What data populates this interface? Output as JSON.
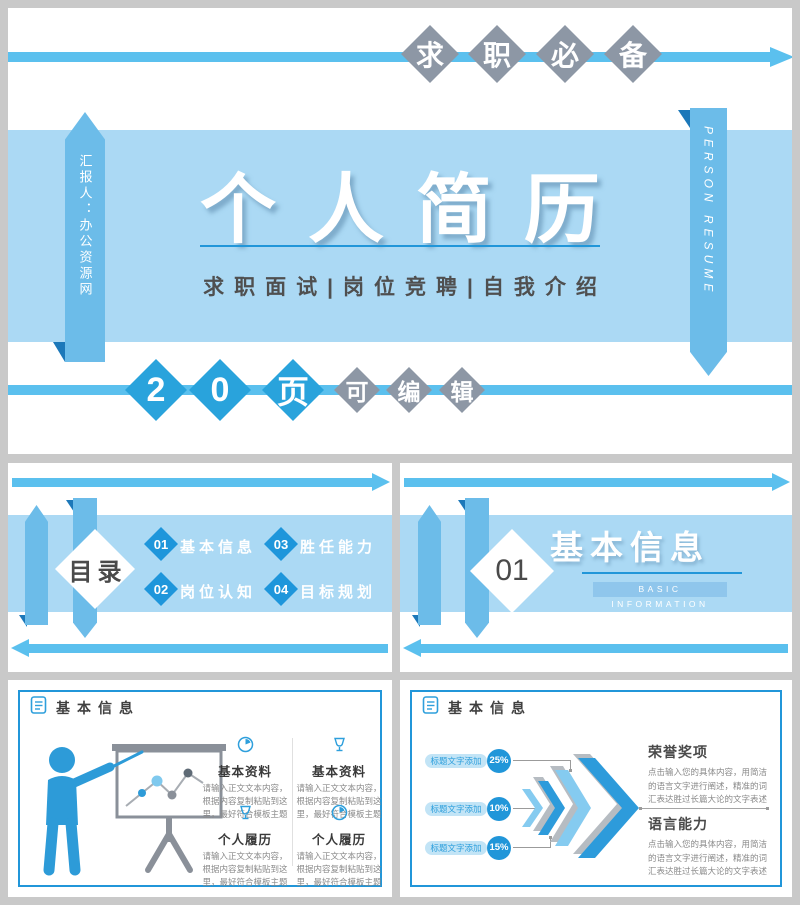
{
  "colors": {
    "accent_blue": "#2d9bdb",
    "line_blue": "#5bc0ee",
    "band_blue": "#abd9f4",
    "ribbon_blue": "#6cbce9",
    "ribbon_fold": "#1c78b9",
    "diamond_gray": "#8d97a5",
    "page_bg": "#c9c9c9"
  },
  "slide_cover": {
    "banner_top": [
      "求",
      "职",
      "必",
      "备"
    ],
    "ribbon_left": "汇报人：办公资源网",
    "ribbon_right": "PERSON RESUME",
    "title": "个人简历",
    "subtitle": "求职面试|岗位竞聘|自我介绍",
    "banner_bottom_blue": [
      "2",
      "0",
      "页"
    ],
    "banner_bottom_gray": [
      "可",
      "编",
      "辑"
    ]
  },
  "slide_toc": {
    "title": "目录",
    "items": [
      {
        "num": "01",
        "label": "基本信息"
      },
      {
        "num": "02",
        "label": "岗位认知"
      },
      {
        "num": "03",
        "label": "胜任能力"
      },
      {
        "num": "04",
        "label": "目标规划"
      }
    ]
  },
  "slide_section": {
    "num": "01",
    "title": "基本信息",
    "subtitle": "BASIC INFORMATION"
  },
  "slide_basic_left": {
    "header": "基本信息",
    "blocks": [
      {
        "icon": "pie-chart-icon",
        "title": "基本资料",
        "body": "请输入正文文本内容，根据内容复制粘贴到这里，最好符合模板主题"
      },
      {
        "icon": "trophy-icon",
        "title": "基本资料",
        "body": "请输入正文文本内容，根据内容复制粘贴到这里，最好符合模板主题"
      },
      {
        "icon": "trophy-icon",
        "title": "个人履历",
        "body": "请输入正文文本内容，根据内容复制粘贴到这里，最好符合模板主题"
      },
      {
        "icon": "pie-chart-icon",
        "title": "个人履历",
        "body": "请输入正文文本内容，根据内容复制粘贴到这里，最好符合模板主题"
      }
    ]
  },
  "slide_basic_right": {
    "header": "基本信息",
    "rows": [
      {
        "pill": "标题文字添加",
        "percent": "25%"
      },
      {
        "pill": "标题文字添加",
        "percent": "10%"
      },
      {
        "pill": "标题文字添加",
        "percent": "15%"
      }
    ],
    "blocks": [
      {
        "title": "荣誉奖项",
        "body": "点击输入您的具体内容，用简洁的语言文字进行阐述，精准的词汇表达胜过长篇大论的文字表述"
      },
      {
        "title": "语言能力",
        "body": "点击输入您的具体内容，用简洁的语言文字进行阐述，精准的词汇表达胜过长篇大论的文字表述"
      }
    ]
  }
}
